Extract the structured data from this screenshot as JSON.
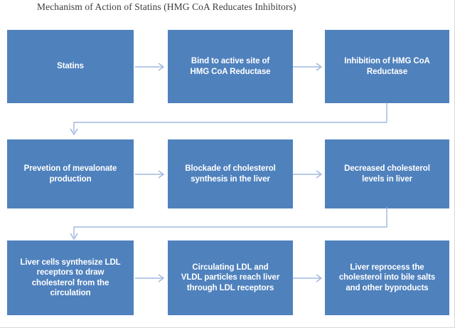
{
  "diagram": {
    "title": "Mechanism of Action of Statins (HMG CoA Reducates Inhibitors)",
    "accent_color": "#4f81bd",
    "arrow_color": "#8eaadb",
    "text_color": "#ffffff",
    "background": "#ffffff",
    "rows": [
      {
        "row_index": 1,
        "nodes": [
          {
            "id": "statins",
            "label": "Statins"
          },
          {
            "id": "bind-active-site",
            "label": "Bind to active site of\nHMG CoA Reductase"
          },
          {
            "id": "inhibition-hmg-coa",
            "label": "Inhibition of  HMG CoA\nReductase"
          }
        ]
      },
      {
        "row_index": 2,
        "nodes": [
          {
            "id": "prevention-mevalonate",
            "label": "Prevetion of mevalonate\nproduction"
          },
          {
            "id": "blockade-cholesterol-synthesis",
            "label": "Blockade of cholesterol\nsynthesis in the liver"
          },
          {
            "id": "decreased-cholesterol-levels",
            "label": "Decreased cholesterol\nlevels in liver"
          }
        ]
      },
      {
        "row_index": 3,
        "nodes": [
          {
            "id": "ldl-receptors-synthesis",
            "label": "Liver cells synthesize LDL\nreceptors to draw\ncholesterol from the\ncirculation"
          },
          {
            "id": "circulating-ldl-vldl",
            "label": "Circulating LDL and\nVLDL particles reach liver\nthrough LDL receptors"
          },
          {
            "id": "liver-reprocess",
            "label": "Liver reprocess the\ncholesterol into bile salts\nand other byproducts"
          }
        ]
      }
    ],
    "connectors": {
      "horizontal_icon": "arrow-right-icon",
      "wrap_icon": "arrow-wrap-down-left-icon",
      "count_horizontal": 6,
      "count_wrap": 2
    }
  }
}
